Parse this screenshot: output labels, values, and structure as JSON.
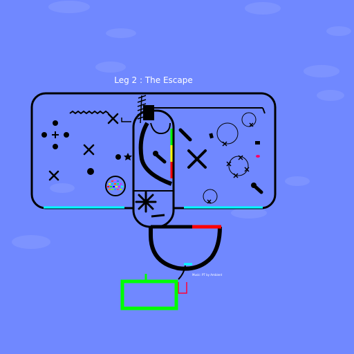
{
  "level": {
    "title": "Leg 2 : The Escape",
    "credit": "Music: PT by Ambient"
  },
  "colors": {
    "background": "#7088ff",
    "cloud": "#7d93ff",
    "wall": "#000000",
    "ice": "#00ffff",
    "lava": "#ff0000",
    "bounce": "#ffff00",
    "grass": "#00ff00",
    "exit": "#00ff00",
    "start": "#ff0033"
  },
  "icons": {
    "player": "character-sprite",
    "hazard": "cross-hazard",
    "spring": "spring-coil"
  }
}
